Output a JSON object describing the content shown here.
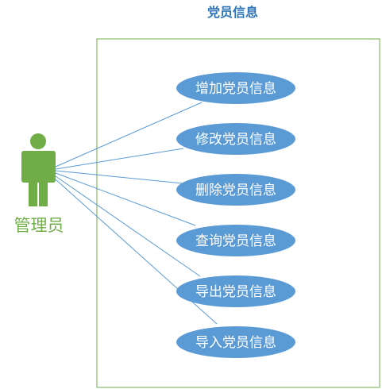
{
  "diagram": {
    "title": "党员信息",
    "actor": {
      "label": "管理员",
      "icon": "person-icon"
    },
    "use_cases": [
      {
        "label": "增加党员信息"
      },
      {
        "label": "修改党员信息"
      },
      {
        "label": "删除党员信息"
      },
      {
        "label": "查询党员信息"
      },
      {
        "label": "导出党员信息"
      },
      {
        "label": "导入党员信息"
      }
    ],
    "colors": {
      "title": "#2e75b6",
      "boundary": "#70ad47",
      "actor": "#70ad47",
      "use_case_fill": "#5b9bd5",
      "association": "#5b9bd5",
      "use_case_text": "#ffffff"
    }
  }
}
